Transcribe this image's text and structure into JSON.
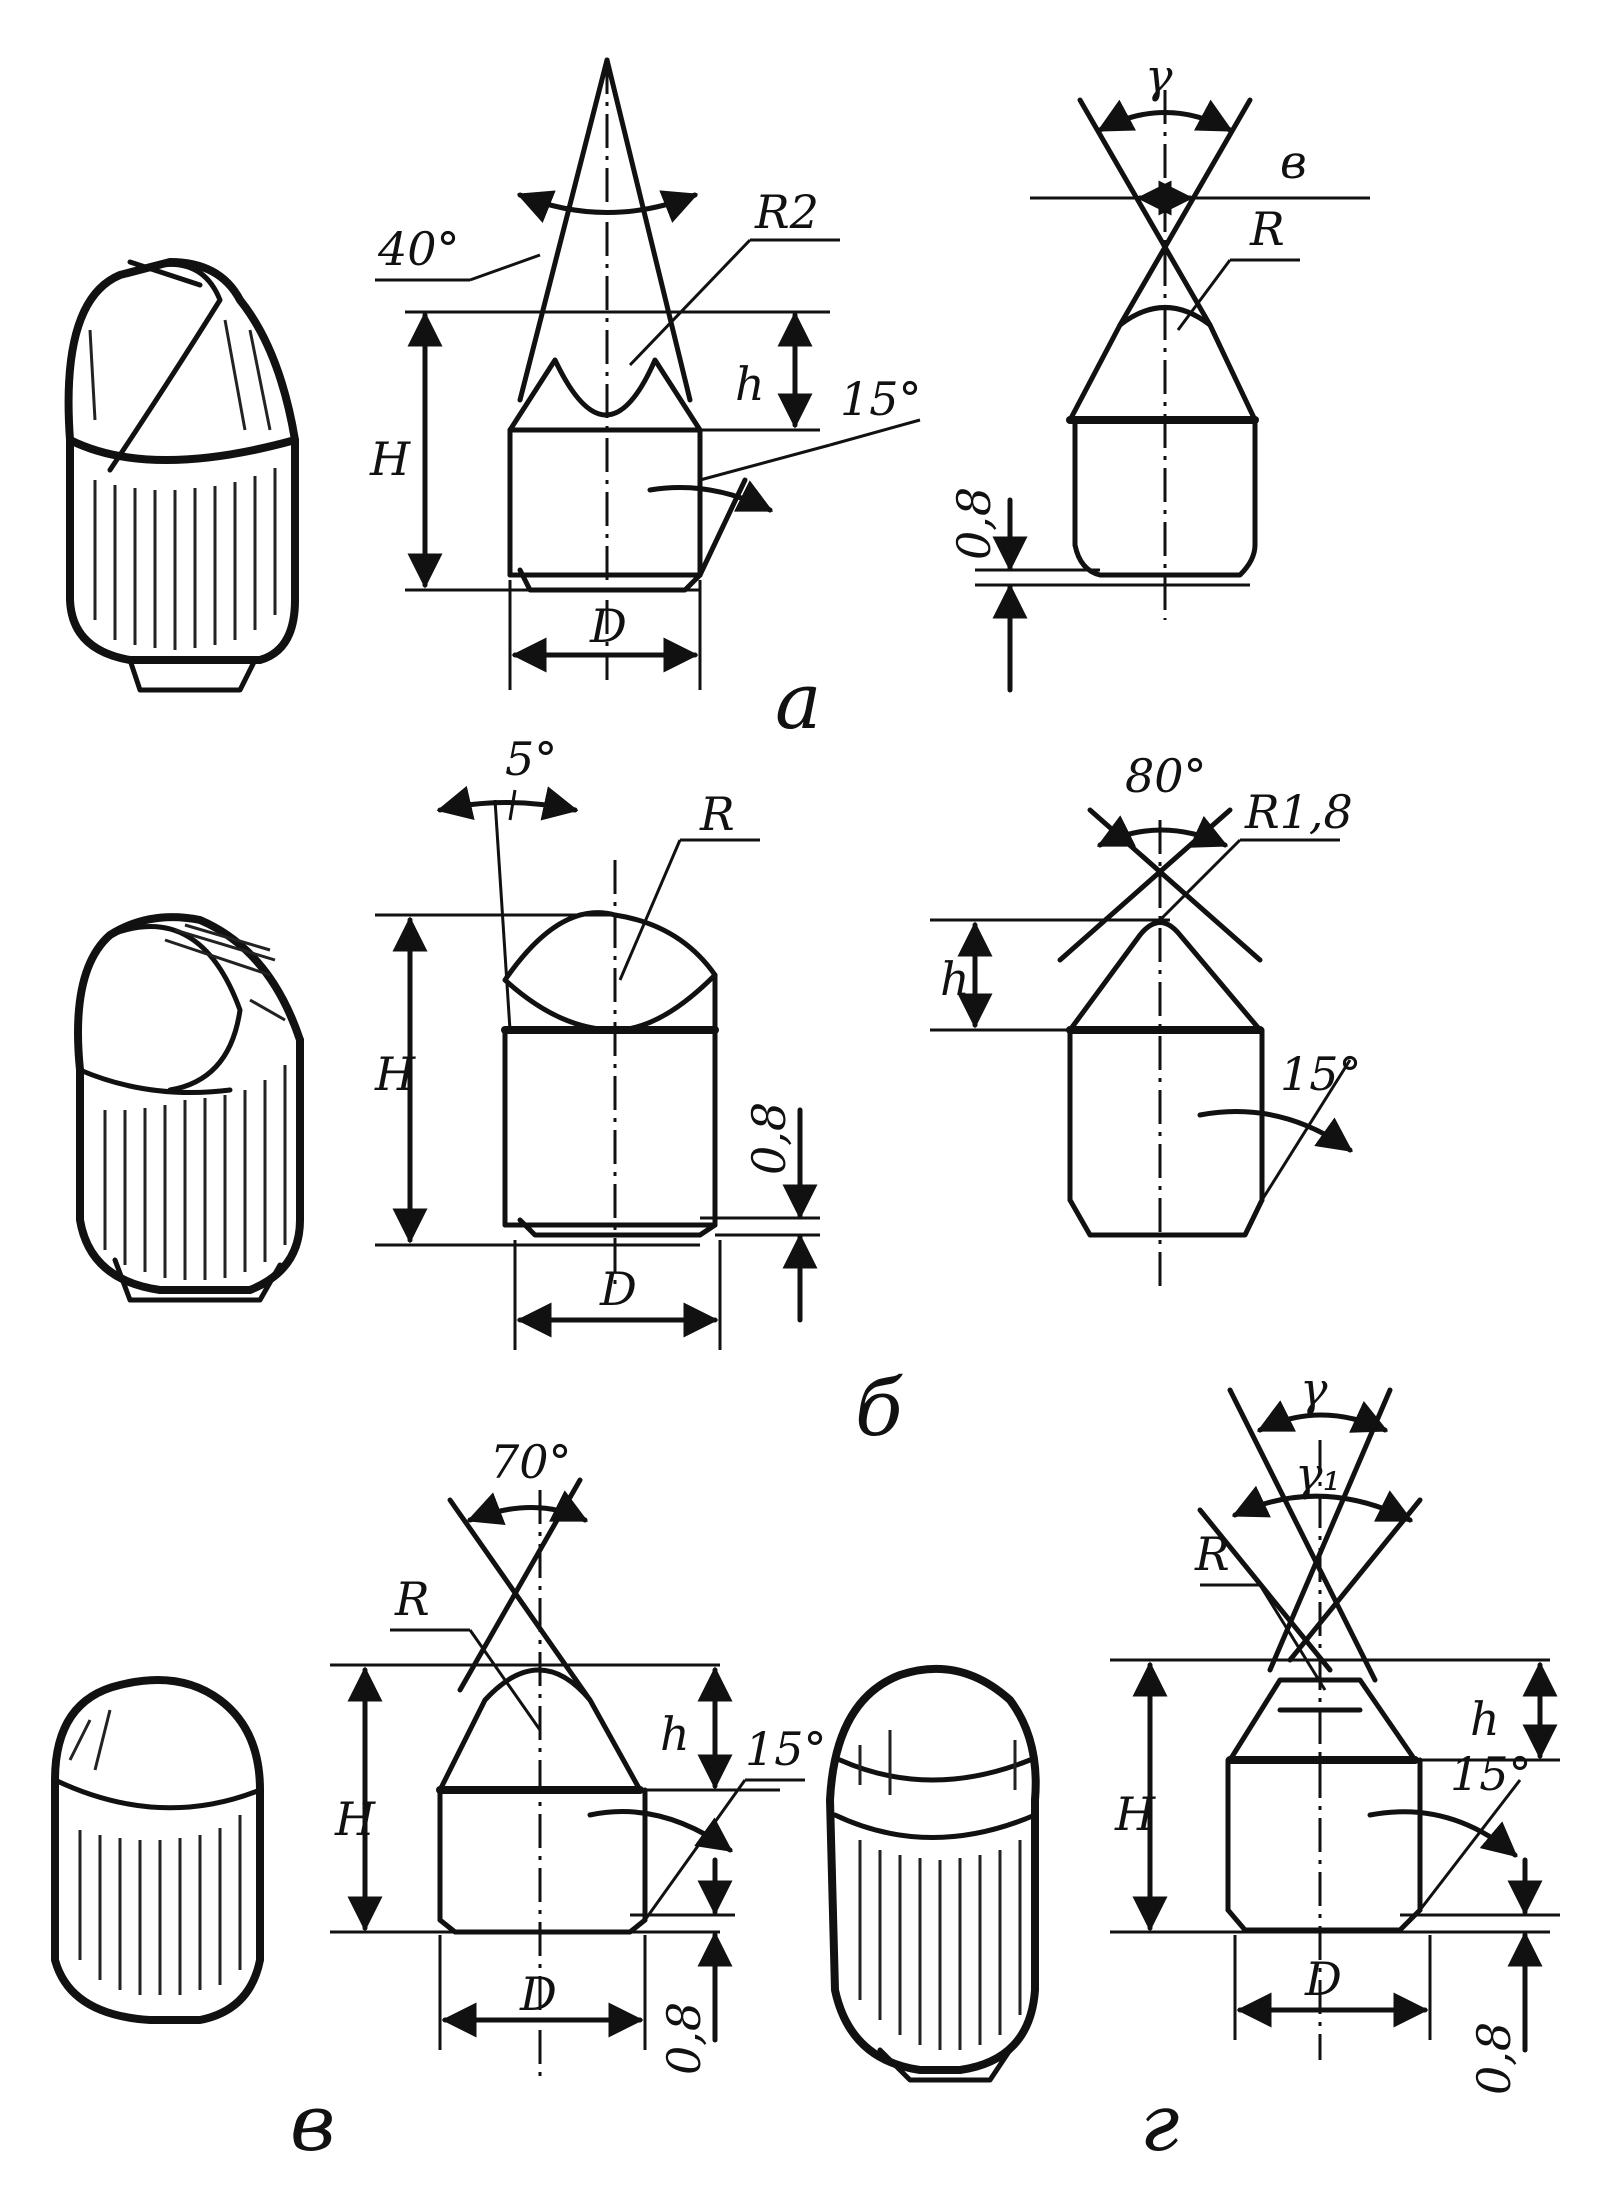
{
  "figure": {
    "a": {
      "panel_letter": "а",
      "labels": {
        "angle_tip": "40°",
        "radius": "R2",
        "height_total": "H",
        "height_tip": "h",
        "angle_side": "15°",
        "diameter": "D"
      },
      "side_view": {
        "angle": "γ",
        "width": "в",
        "radius": "R",
        "chamfer": "0,8"
      }
    },
    "b": {
      "panel_letter": "б",
      "labels": {
        "angle_tilt": "5°",
        "radius": "R",
        "height_total": "H",
        "chamfer": "0,8",
        "diameter": "D"
      },
      "side_view": {
        "angle": "80°",
        "radius": "R1,8",
        "height_tip": "h",
        "angle_side": "15°"
      }
    },
    "v": {
      "panel_letter": "в",
      "labels": {
        "angle_tip": "70°",
        "radius": "R",
        "height_total": "H",
        "height_tip": "h",
        "angle_side": "15°",
        "diameter": "D",
        "chamfer": "0,8"
      }
    },
    "g": {
      "panel_letter": "г",
      "labels": {
        "angle_outer": "γ",
        "angle_inner": "γ₁",
        "radius": "R",
        "height_total": "H",
        "height_tip": "h",
        "angle_side": "15°",
        "diameter": "D",
        "chamfer": "0,8"
      }
    }
  }
}
